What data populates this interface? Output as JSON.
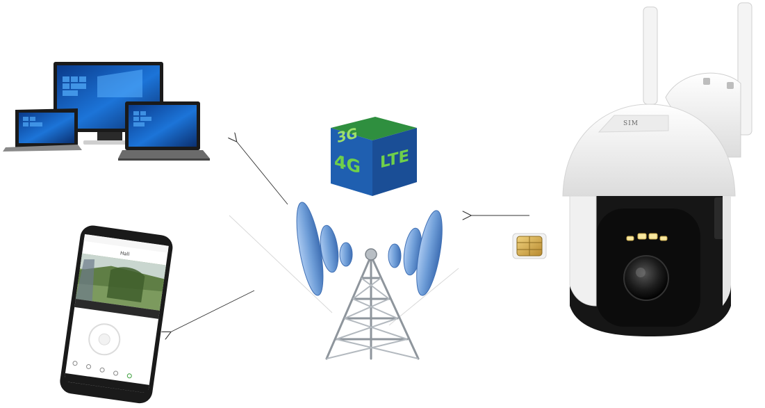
{
  "camera": {
    "sim_label": "SIM"
  },
  "network_badge": {
    "front_left": "4G",
    "front_right": "LTE",
    "top": "3G"
  },
  "phone": {
    "title": "Hall",
    "status_time": ""
  },
  "colors": {
    "wave_blue": "#6f9ed8",
    "wave_blue_dark": "#3f6fb4",
    "cube_green": "#3f9e3f",
    "cube_blue": "#1e5aa8",
    "camera_white": "#f4f4f4",
    "camera_black": "#1a1a1a",
    "sim_gold": "#d9b35a",
    "tower_steel": "#9aa0a6"
  },
  "icons": [
    "computer-monitor-icon",
    "laptop-icon",
    "tablet-icon",
    "smartphone-icon",
    "cell-tower-icon",
    "sim-card-icon",
    "security-camera-icon"
  ]
}
